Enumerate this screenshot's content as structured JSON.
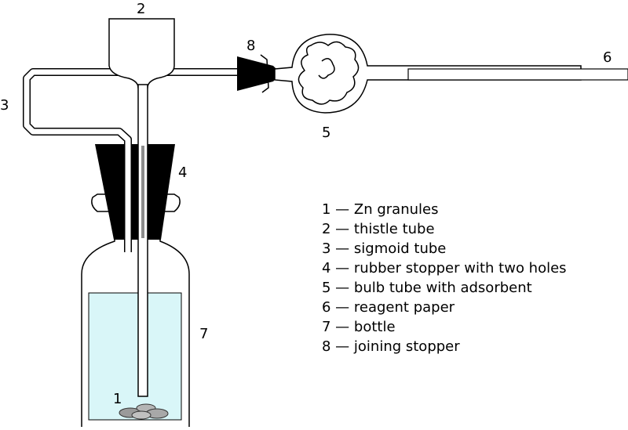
{
  "labels": {
    "zn": "1",
    "thistle": "2",
    "sigmoid": "3",
    "stopper": "4",
    "bulb": "5",
    "paper": "6",
    "bottle": "7",
    "joining": "8"
  },
  "legend": [
    "1 — Zn granules",
    "2 — thistle tube",
    "3 — sigmoid tube",
    "4 — rubber stopper with two holes",
    "5 — bulb tube with adsorbent",
    "6 — reagent paper",
    "7 — bottle",
    "8 — joining stopper"
  ],
  "colors": {
    "liquid": "#d9f6f8",
    "stopper": "#000000",
    "outline": "#000000",
    "glass": "#ffffff"
  }
}
